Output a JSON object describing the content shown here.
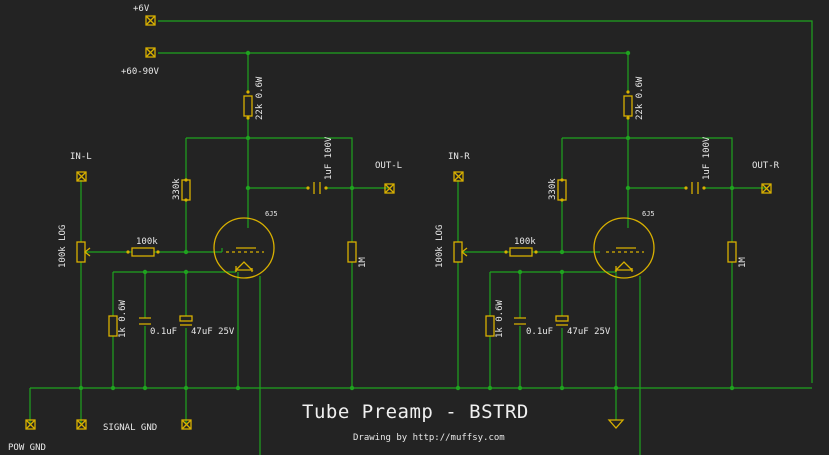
{
  "labels": {
    "plus6v": "+6V",
    "plus60_90v": "+60-90V",
    "in_l": "IN-L",
    "out_l": "OUT-L",
    "in_r": "IN-R",
    "out_r": "OUT-R",
    "signal_gnd": "SIGNAL GND",
    "pow_gnd": "POW GND"
  },
  "left_channel": {
    "r_plate": "22k 0.6W",
    "r_grid_leak": "330k",
    "pot": "100k LOG",
    "r_grid": "100k",
    "c_out": "1uF 100V",
    "r_out": "1M",
    "tube": "6J5",
    "r_cathode": "1k 0.6W",
    "c_bypass": "0.1uF",
    "c_cathode": "47uF 25V"
  },
  "right_channel": {
    "r_plate": "22k 0.6W",
    "r_grid_leak": "330k",
    "pot": "100k LOG",
    "r_grid": "100k",
    "c_out": "1uF 100V",
    "r_out": "1M",
    "tube": "6J5",
    "r_cathode": "1k 0.6W",
    "c_bypass": "0.1uF",
    "c_cathode": "47uF 25V"
  },
  "title": "Tube Preamp - BSTRD",
  "credit": "Drawing by http://muffsy.com",
  "colors": {
    "background": "#232323",
    "wire": "#1fa31f",
    "component": "#d8b000",
    "text": "#e8e8e8"
  }
}
